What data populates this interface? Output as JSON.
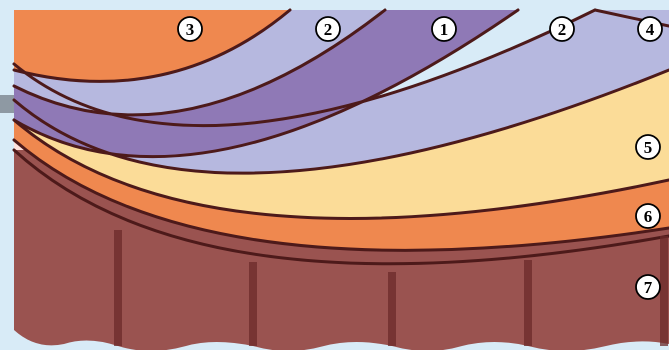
{
  "colors": {
    "background": "#d8ebf7",
    "outline": "#4d1a1a",
    "layer_1": "#8f79b6",
    "layer_2": "#b6b8df",
    "layer_3": "#ef884f",
    "layer_4": "#fbdc98",
    "layer_5": "#ef884f",
    "layer_6": "#ffe1dc",
    "layer_7": "#9a5350",
    "label_fill": "#ffffff",
    "label_stroke": "#000000"
  },
  "labels": [
    {
      "id": "3",
      "text": "3"
    },
    {
      "id": "2a",
      "text": "2"
    },
    {
      "id": "1",
      "text": "1"
    },
    {
      "id": "2b",
      "text": "2"
    },
    {
      "id": "4",
      "text": "4"
    },
    {
      "id": "5",
      "text": "5"
    },
    {
      "id": "6",
      "text": "6"
    },
    {
      "id": "7",
      "text": "7"
    }
  ]
}
